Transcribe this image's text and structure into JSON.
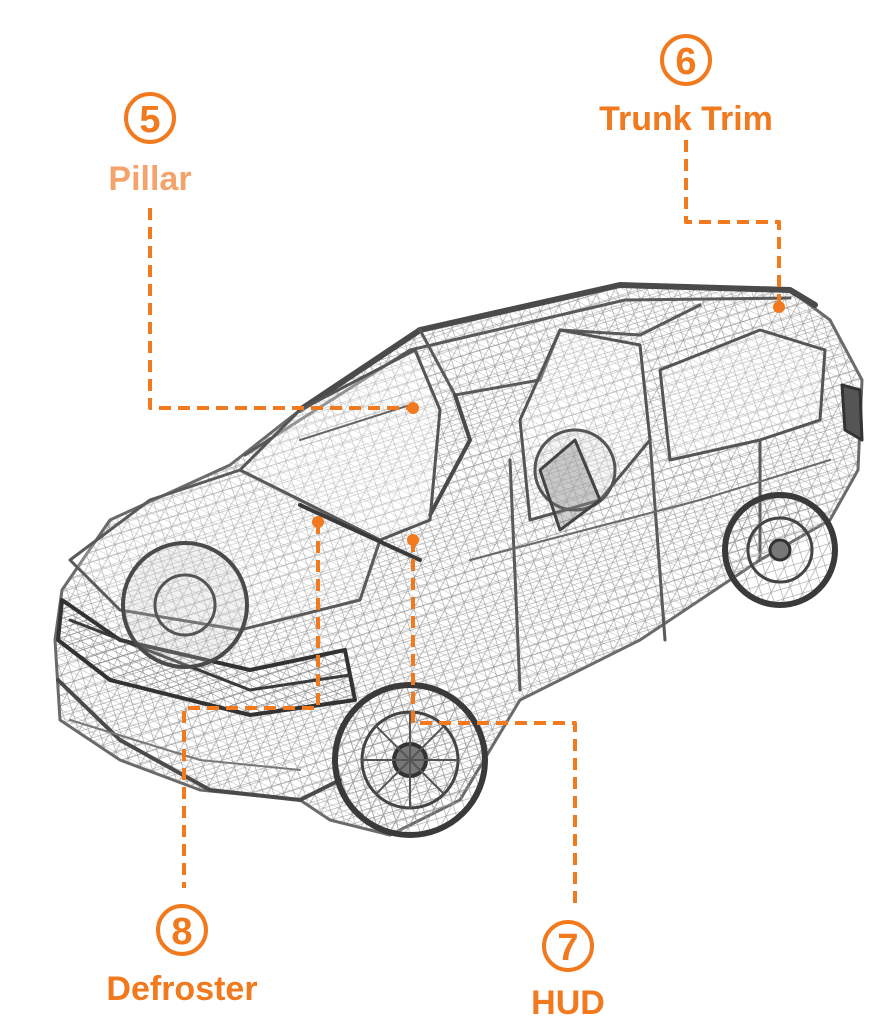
{
  "accent_color": "#f07a1d",
  "illustration": {
    "icon": "wireframe-suv-icon"
  },
  "callouts": [
    {
      "number": "5",
      "label": "Pillar"
    },
    {
      "number": "6",
      "label": "Trunk Trim"
    },
    {
      "number": "7",
      "label": "HUD"
    },
    {
      "number": "8",
      "label": "Defroster"
    }
  ]
}
